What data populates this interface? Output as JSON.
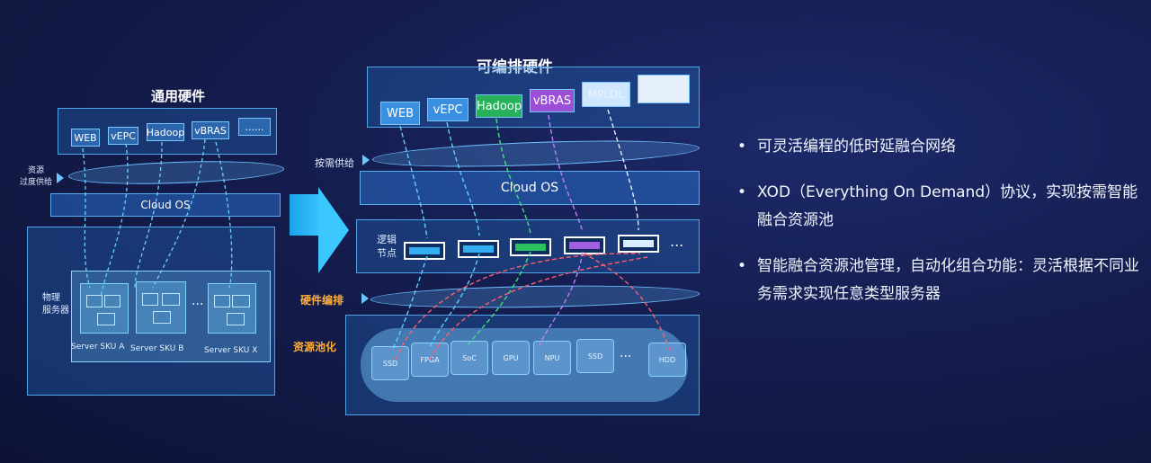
{
  "left_panel": {
    "title": "通用硬件",
    "apps": [
      "WEB",
      "vEPC",
      "Hadoop",
      "vBRAS",
      "......"
    ],
    "side_label_line1": "资源",
    "side_label_line2": "过度供给",
    "cloud_os": "Cloud OS",
    "physical_label_line1": "物理",
    "physical_label_line2": "服务器",
    "servers": [
      "Server SKU A",
      "Server SKU B",
      "Server SKU X"
    ],
    "ellipsis": "..."
  },
  "right_panel": {
    "title": "可编排硬件",
    "apps": [
      {
        "label": "WEB",
        "color": "#3b8fe0"
      },
      {
        "label": "vEPC",
        "color": "#3b8fe0"
      },
      {
        "label": "Hadoop",
        "color": "#29b05a"
      },
      {
        "label": "vBRAS",
        "color": "#9a4fd6"
      },
      {
        "label": "MPLDL",
        "color": "#cfe6ff"
      },
      {
        "label": "",
        "color": "#e6f0fb"
      }
    ],
    "on_demand_label": "按需供给",
    "cloud_os": "Cloud OS",
    "logic_label_line1": "逻辑",
    "logic_label_line2": "节点",
    "node_colors": [
      "#33aef0",
      "#33aef0",
      "#2bc061",
      "#a25ee0",
      "#d9ecff"
    ],
    "nodes_more": "...",
    "hw_orchestration_label": "硬件编排",
    "resource_pool_label": "资源池化",
    "pool_chips": [
      "SSD",
      "FPGA",
      "SoC",
      "GPU",
      "NPU",
      "SSD",
      "HDD"
    ],
    "pool_more": "..."
  },
  "bullets": [
    "可灵活编程的低时延融合网络",
    "XOD（Everything On Demand）协议，实现按需智能融合资源池",
    "智能融合资源池管理，自动化组合功能：灵活根据不同业务需求实现任意类型服务器"
  ]
}
